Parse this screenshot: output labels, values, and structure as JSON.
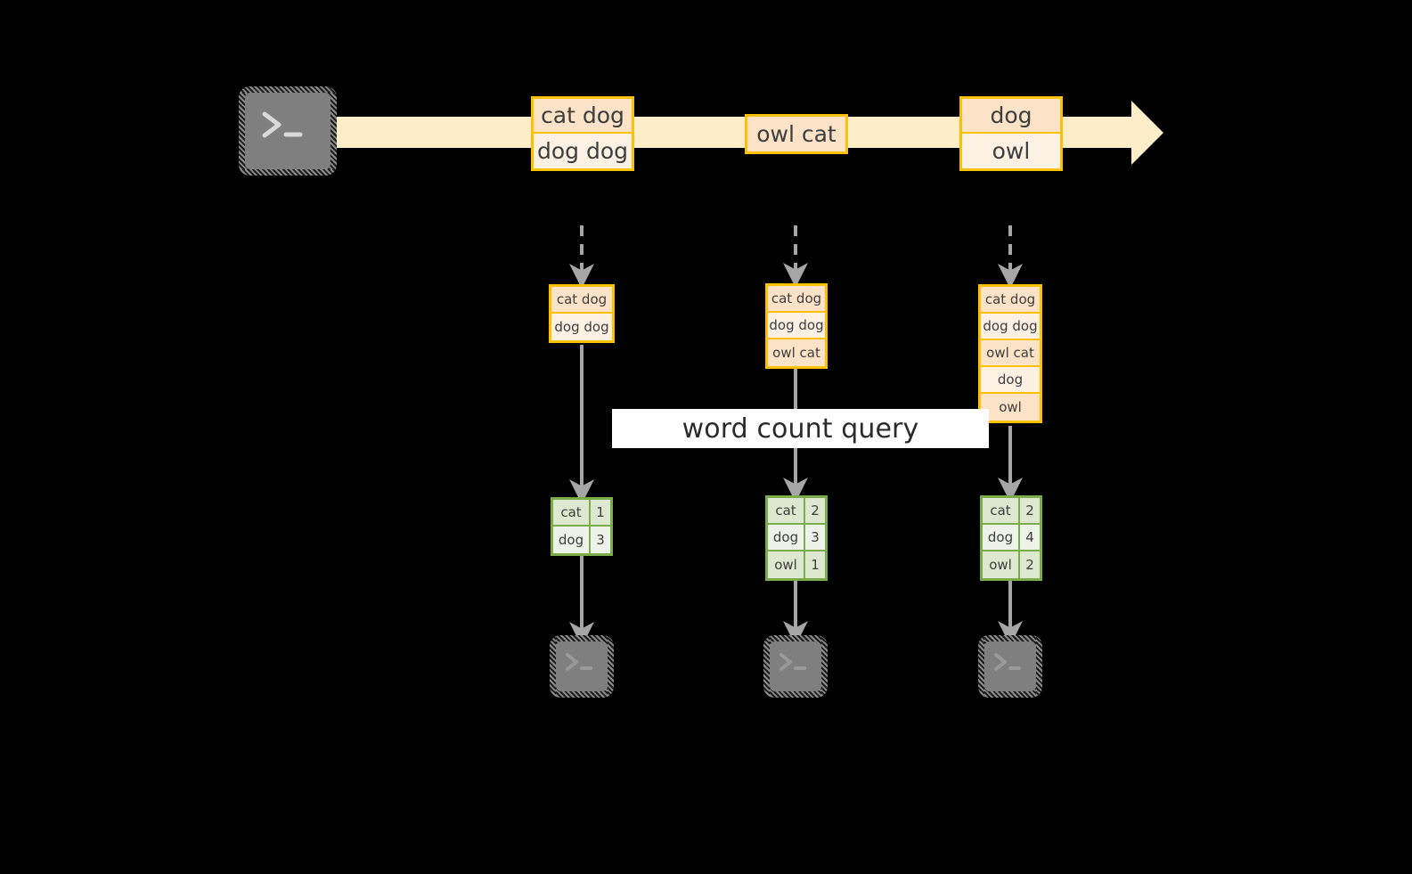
{
  "diagram": {
    "title_banner": "word count query",
    "colors": {
      "background": "#000000",
      "stream_band": "#fdeec9",
      "record_border": "#ffc000",
      "record_fill_dark": "#fce3c8",
      "record_fill_light": "#fdf1e3",
      "result_border": "#7aac4a",
      "result_fill_dark": "#dde8d0",
      "result_fill_light": "#eef3e9",
      "arrow_gray": "#a6a6a6",
      "terminal_gray": "#7f7f7f",
      "banner_fill": "#ffffff",
      "text": "#3d3d3d"
    }
  },
  "stream": {
    "source_icon": "terminal-icon",
    "records": [
      {
        "lines": [
          "cat dog",
          "dog dog"
        ]
      },
      {
        "lines": [
          "owl cat"
        ]
      },
      {
        "lines": [
          "dog",
          "owl"
        ]
      }
    ]
  },
  "columns": [
    {
      "snapshot": {
        "lines": [
          "cat dog",
          "dog dog"
        ]
      },
      "result": {
        "rows": [
          {
            "word": "cat",
            "count": "1"
          },
          {
            "word": "dog",
            "count": "3"
          }
        ]
      },
      "sink_icon": "terminal-icon"
    },
    {
      "snapshot": {
        "lines": [
          "cat dog",
          "dog dog",
          "owl cat"
        ]
      },
      "result": {
        "rows": [
          {
            "word": "cat",
            "count": "2"
          },
          {
            "word": "dog",
            "count": "3"
          },
          {
            "word": "owl",
            "count": "1"
          }
        ]
      },
      "sink_icon": "terminal-icon"
    },
    {
      "snapshot": {
        "lines": [
          "cat dog",
          "dog dog",
          "owl cat",
          "dog",
          "owl"
        ]
      },
      "result": {
        "rows": [
          {
            "word": "cat",
            "count": "2"
          },
          {
            "word": "dog",
            "count": "4"
          },
          {
            "word": "owl",
            "count": "2"
          }
        ]
      },
      "sink_icon": "terminal-icon"
    }
  ]
}
